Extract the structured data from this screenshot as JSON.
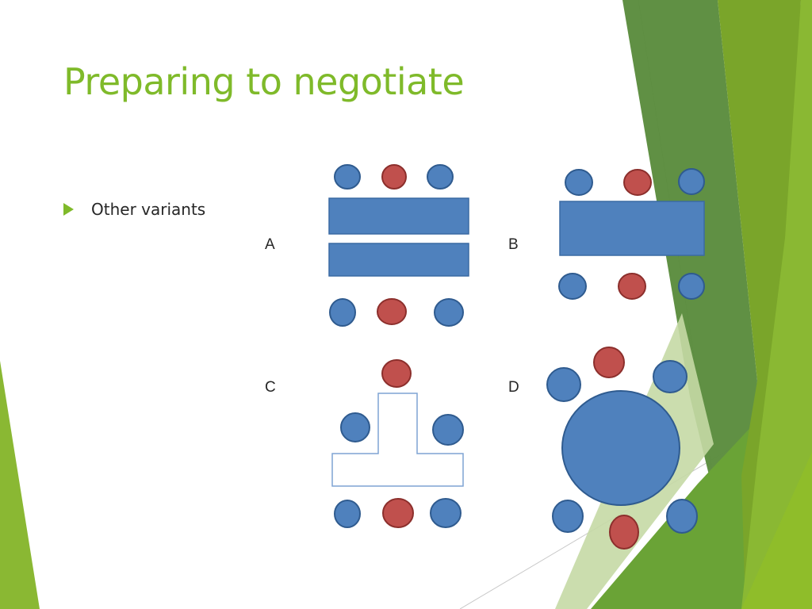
{
  "slide": {
    "title": "Preparing to negotiate",
    "bullets": [
      {
        "text": "Other variants",
        "icon": "triangle-bullet-icon"
      }
    ],
    "variant_labels": [
      "A",
      "B",
      "C",
      "D"
    ]
  },
  "colors": {
    "title_green": "#7fba2a",
    "seat_blue": "#4f81bd",
    "seat_blue_stroke": "#2f5b8f",
    "seat_red": "#c0504d",
    "seat_red_stroke": "#8c2f2c",
    "table_blue": "#4f81bd",
    "table_outline": "#7fa4d3",
    "dark_green": "#5b8c3e",
    "mid_green": "#7aa52a",
    "light_green": "#8ab833",
    "text": "#262626"
  },
  "diagrams": [
    {
      "label": "A",
      "description": "Two parallel rectangular tables, three seats each side (blue-red-blue)",
      "tables": 2,
      "seats": {
        "blue": 4,
        "red": 2
      }
    },
    {
      "label": "B",
      "description": "Single rectangular table, three seats each side (blue-red-blue)",
      "tables": 1,
      "seats": {
        "blue": 4,
        "red": 2
      }
    },
    {
      "label": "C",
      "description": "T-shaped outlined table; red seat at head, blue seats at sides, blue-red-blue at bottom",
      "tables": 1,
      "seats": {
        "blue": 4,
        "red": 2
      }
    },
    {
      "label": "D",
      "description": "Round table with six seats around it",
      "tables": 1,
      "seats": {
        "blue": 4,
        "red": 2
      }
    }
  ]
}
